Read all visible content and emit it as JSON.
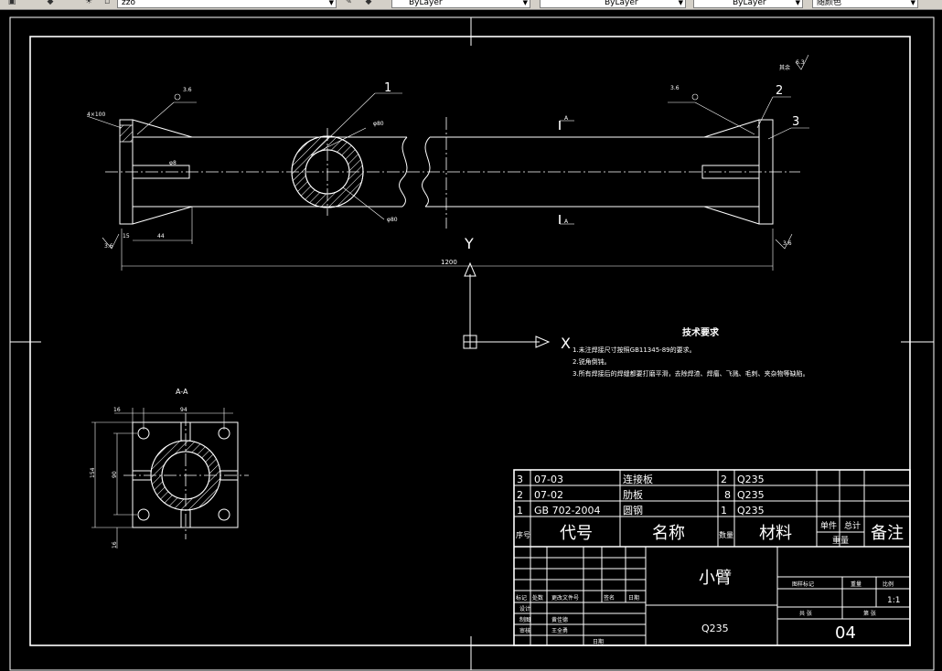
{
  "toolbar": {
    "layer_value": "zzo",
    "color_value": "ByLayer",
    "linetype_value": "ByLayer",
    "lineweight_value": "ByLayer",
    "plotstyle_value": "随颜色"
  },
  "drawing": {
    "balloons": [
      "1",
      "2",
      "3"
    ],
    "dim_total_length": "1200",
    "dim_left_end": "44",
    "dim_left_flange": "15",
    "dim_chamfer": "4×100",
    "dim_pipe_dia_top": "φ80",
    "dim_pipe_dia_bottom": "φ80",
    "dim_bore": "φ8",
    "surface_roughness_left": "3.6",
    "surface_roughness_right": "3.6",
    "weld_symbol_left": "3.6",
    "weld_symbol_right": "3.6",
    "section_marker_top": "A",
    "section_marker_bottom": "A",
    "roughness_other": "其余",
    "roughness_other_value": "6.3",
    "axis_y": "Y",
    "axis_x": "X"
  },
  "section_view": {
    "title": "A-A",
    "dim_top_small": "16",
    "dim_top_wide": "94",
    "dim_left_outer": "154",
    "dim_left_inner": "90",
    "dim_bottom": "16"
  },
  "tech_notes": {
    "title": "技术要求",
    "items": [
      "1.未注焊接尺寸按照GB11345-89的要求。",
      "2.锐角倒钝。",
      "3.所有焊接后的焊缝都要打磨平滑，去除焊渣、焊瘤、飞溅、毛刺、夹杂物等缺陷。"
    ]
  },
  "title_block": {
    "parts": [
      {
        "seq": "3",
        "code": "07-03",
        "name": "连接板",
        "qty": "2",
        "material": "Q235"
      },
      {
        "seq": "2",
        "code": "07-02",
        "name": "肋板",
        "qty": "8",
        "material": "Q235"
      },
      {
        "seq": "1",
        "code": "GB 702-2004",
        "name": "圆钢",
        "qty": "1",
        "material": "Q235"
      }
    ],
    "header": {
      "seq": "序号",
      "code": "代号",
      "name": "名称",
      "qty": "数量",
      "material": "材料",
      "single": "单件",
      "total": "总计",
      "weight": "重量",
      "remark": "备注"
    },
    "part_title": "小臂",
    "material": "Q235",
    "drawing_no": "04",
    "scale": "1:1",
    "labels": {
      "marks": "标记",
      "count": "处数",
      "zone": "更改文件号",
      "sign": "签名",
      "date": "日期",
      "design": "设计",
      "draw": "制图",
      "check": "审核",
      "designer": "黄佳德",
      "checker": "王全勇",
      "date2": "日期",
      "stage": "图样标记",
      "weight": "重量",
      "ratio": "比例",
      "sheets": "共 张",
      "sheet_no": "第 张"
    }
  }
}
